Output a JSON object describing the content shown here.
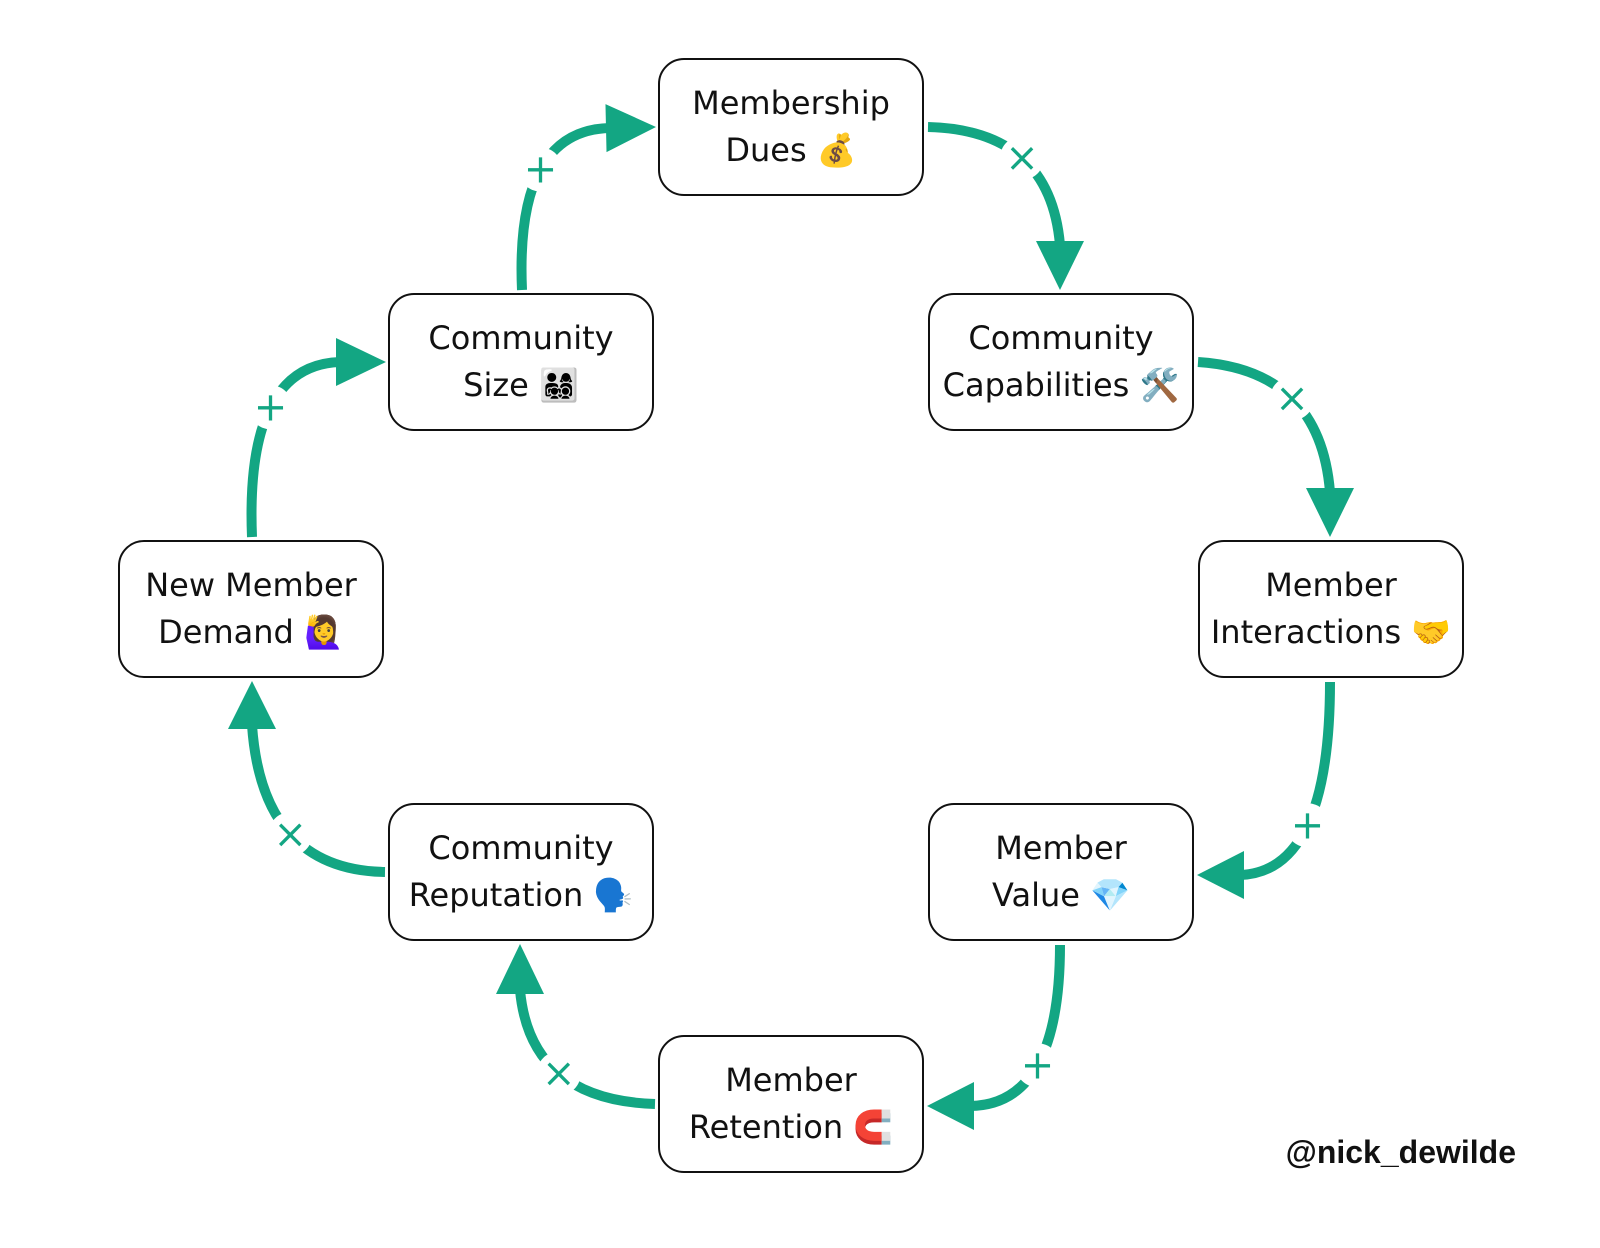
{
  "colors": {
    "arrow": "#13a683",
    "box_border": "#111111",
    "text": "#111111"
  },
  "nodes": [
    {
      "id": "dues",
      "line1": "Membership",
      "line2": "Dues 💰"
    },
    {
      "id": "capabilities",
      "line1": "Community",
      "line2": "Capabilities 🛠️"
    },
    {
      "id": "interactions",
      "line1": "Member",
      "line2": "Interactions 🤝"
    },
    {
      "id": "value",
      "line1": "Member",
      "line2": "Value 💎"
    },
    {
      "id": "retention",
      "line1": "Member",
      "line2": "Retention 🧲"
    },
    {
      "id": "reputation",
      "line1": "Community",
      "line2": "Reputation 🗣️"
    },
    {
      "id": "demand",
      "line1": "New Member",
      "line2": "Demand 🙋‍♀️"
    },
    {
      "id": "size",
      "line1": "Community",
      "line2": "Size 👨‍👩‍👧‍👦"
    }
  ],
  "edges": [
    {
      "from": "dues",
      "to": "capabilities",
      "sign": "×"
    },
    {
      "from": "capabilities",
      "to": "interactions",
      "sign": "×"
    },
    {
      "from": "interactions",
      "to": "value",
      "sign": "+"
    },
    {
      "from": "value",
      "to": "retention",
      "sign": "+"
    },
    {
      "from": "retention",
      "to": "reputation",
      "sign": "×"
    },
    {
      "from": "reputation",
      "to": "demand",
      "sign": "×"
    },
    {
      "from": "demand",
      "to": "size",
      "sign": "+"
    },
    {
      "from": "size",
      "to": "dues",
      "sign": "+"
    }
  ],
  "credit": "@nick_dewilde"
}
